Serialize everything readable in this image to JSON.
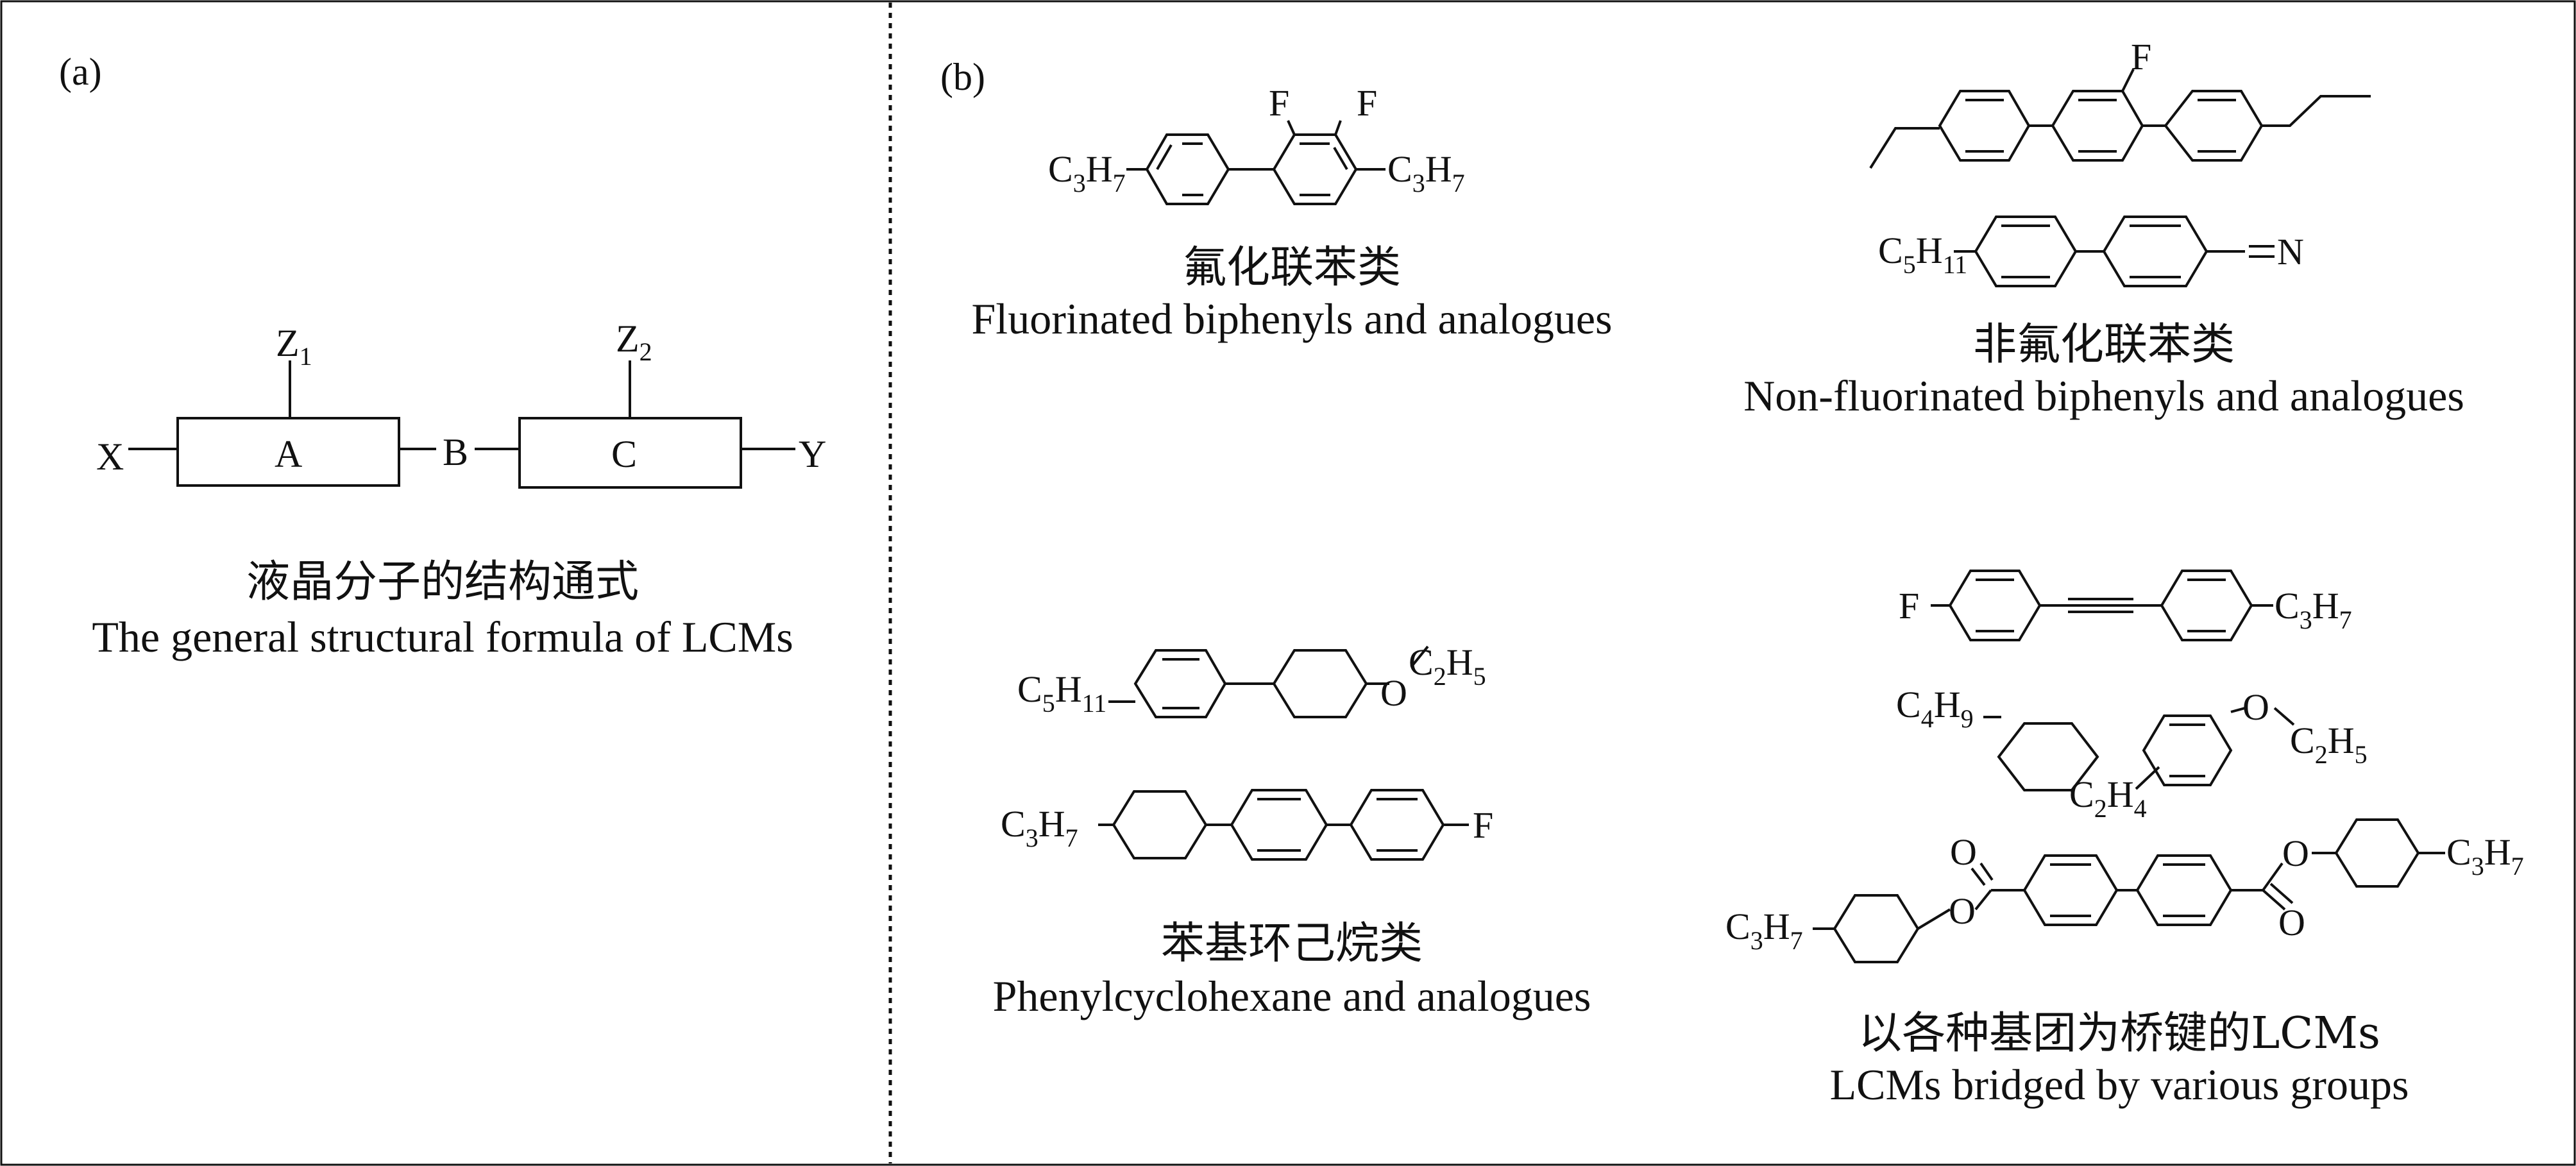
{
  "panel_a": {
    "label": "(a)",
    "formula": {
      "x": "X",
      "y": "Y",
      "b": "B",
      "box_left": "A",
      "box_right": "C",
      "z1": "Z",
      "z1_sub": "1",
      "z2": "Z",
      "z2_sub": "2"
    },
    "caption_cn": "液晶分子的结构通式",
    "caption_en": "The general structural formula of LCMs"
  },
  "panel_b": {
    "label": "(b)",
    "fluorinated": {
      "caption_cn": "氟化联苯类",
      "caption_en": "Fluorinated biphenyls and analogues"
    },
    "non_fluorinated": {
      "caption_cn": "非氟化联苯类",
      "caption_en": "Non-fluorinated biphenyls and analogues"
    },
    "phenylcyclohexane": {
      "caption_cn": "苯基环己烷类",
      "caption_en": "Phenylcyclohexane and analogues"
    },
    "bridged": {
      "caption_cn": "以各种基团为桥键的LCMs",
      "caption_en": "LCMs bridged by various groups"
    }
  },
  "atoms": {
    "F": "F",
    "O": "O",
    "N": "N",
    "C": "C",
    "H": "H",
    "n2": "2",
    "n3": "3",
    "n4": "4",
    "n5": "5",
    "n7": "7",
    "n9": "9",
    "n11": "11"
  }
}
